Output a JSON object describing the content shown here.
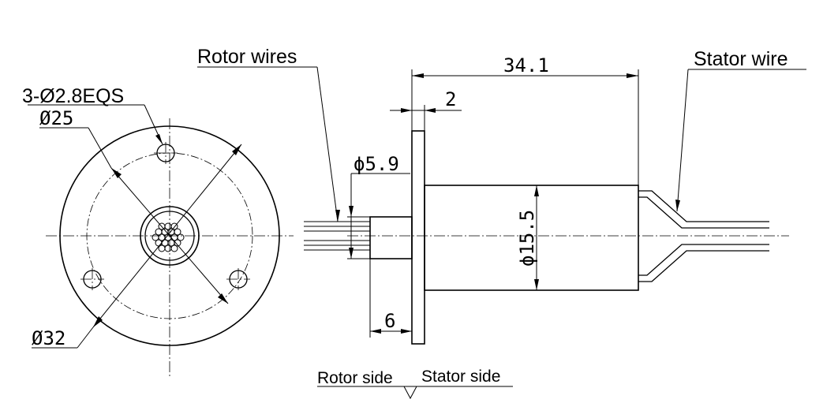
{
  "labels": {
    "rotor_wires": "Rotor wires",
    "stator_wire": "Stator wire",
    "holes": "3-Ø2.8EQS",
    "dia_25": "Ø25",
    "dia_32": "Ø32",
    "len_total": "34.1",
    "flange_thk": "2",
    "dia_59": "ϕ5.9",
    "dia_155": "ϕ15.5",
    "shaft_len": "6",
    "rotor_side": "Rotor side",
    "stator_side": "Stator side"
  }
}
